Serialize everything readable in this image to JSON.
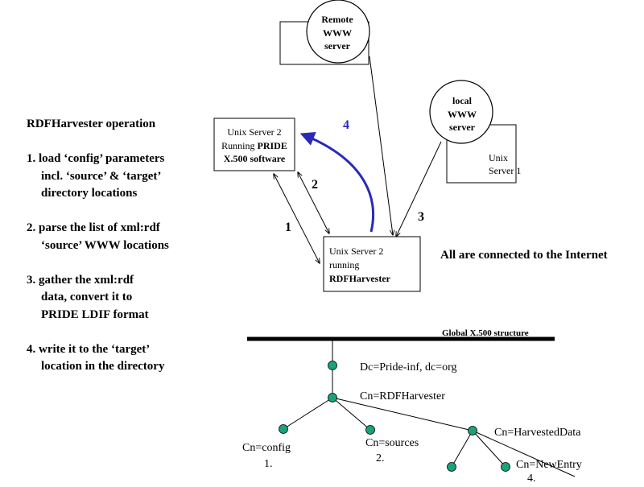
{
  "operation": {
    "title": "RDFHarvester operation",
    "steps": [
      {
        "lines": [
          "1. load ‘config’ parameters",
          "incl. ‘source’ & ‘target’",
          "directory locations"
        ]
      },
      {
        "lines": [
          "2. parse the list of xml:rdf",
          "‘source’ WWW locations"
        ]
      },
      {
        "lines": [
          "3. gather the xml:rdf",
          "data, convert it to",
          "PRIDE LDIF format"
        ]
      },
      {
        "lines": [
          "4. write it to the ‘target’",
          "location in the directory"
        ]
      }
    ]
  },
  "remote_server": {
    "lines": [
      "Remote",
      "WWW",
      "server"
    ]
  },
  "local_server": {
    "lines": [
      "local",
      "WWW",
      "server"
    ]
  },
  "unix_server_1": {
    "lines": [
      "Unix",
      "Server 1"
    ]
  },
  "pride_server": {
    "line1": "Unix Server 2",
    "line2_prefix": "Running ",
    "line2_bold": "PRIDE",
    "line3": "X.500 software"
  },
  "harvester_server": {
    "line1": "Unix Server 2",
    "line2": "running",
    "line3": "RDFHarvester"
  },
  "arrow_labels": {
    "one": "1",
    "two": "2",
    "three": "3",
    "four": "4"
  },
  "internet_note": "All are connected to the Internet",
  "tree": {
    "title": "Global X.500 structure",
    "dc_node": "Dc=Pride-inf, dc=org",
    "cn_root": "Cn=RDFHarvester",
    "config": {
      "label": "Cn=config",
      "num": "1."
    },
    "sources": {
      "label": "Cn=sources",
      "num": "2."
    },
    "harvested": {
      "label": "Cn=HarvestedData"
    },
    "new_entry": {
      "label": "Cn=NewEntry",
      "num": "4."
    }
  },
  "colors": {
    "node_fill": "#1aa37a",
    "arrow_blue": "#2a2ab8"
  }
}
